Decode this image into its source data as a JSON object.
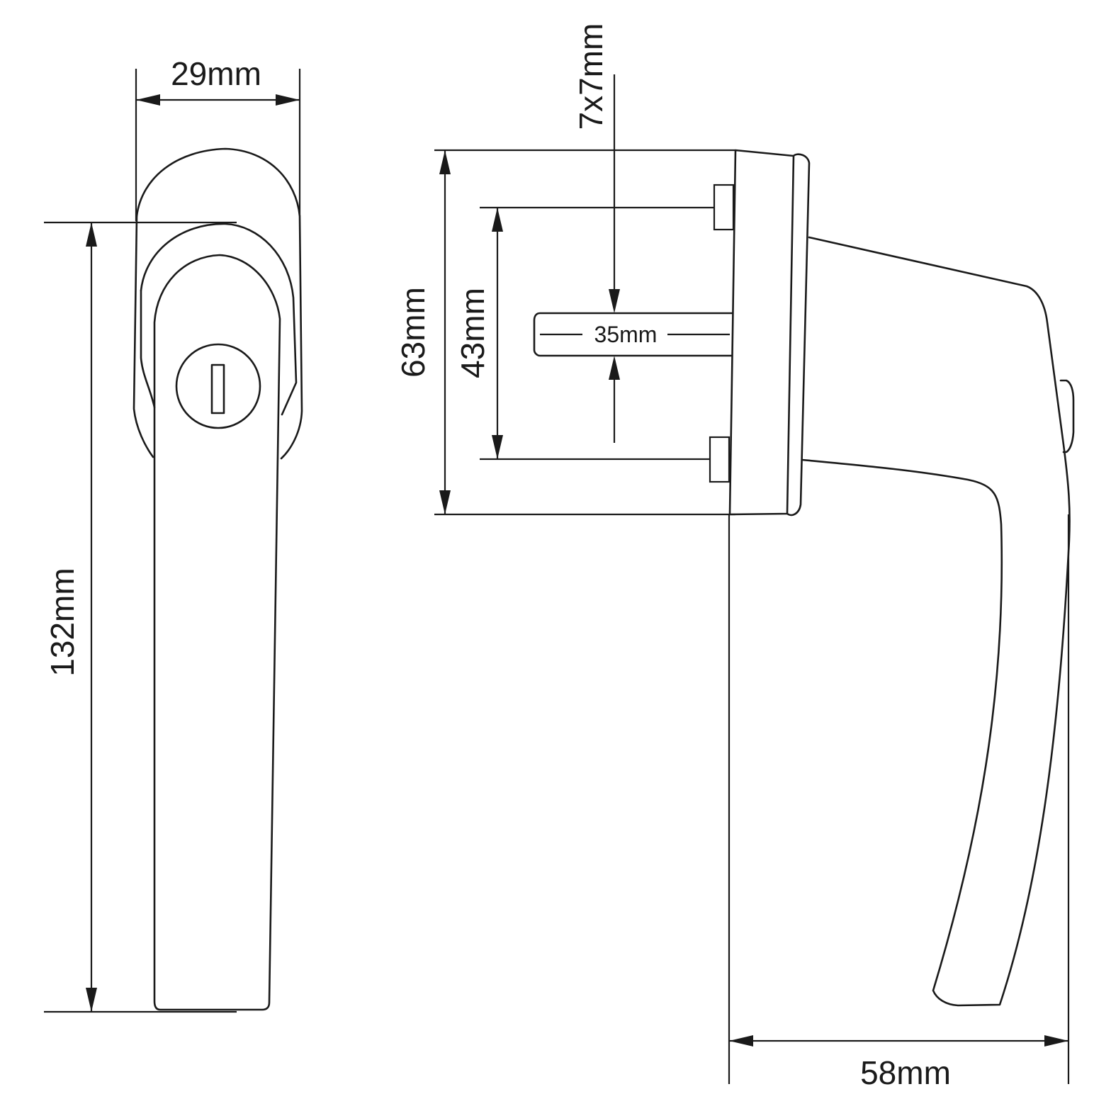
{
  "diagram": {
    "colors": {
      "line": "#1a1a1a",
      "background": "#ffffff"
    },
    "front_view": {
      "width_label": "29mm",
      "height_label": "132mm"
    },
    "side_view": {
      "spindle_label": "7x7mm",
      "base_height_label": "63mm",
      "screw_spacing_label": "43mm",
      "spindle_length_label": "35mm",
      "depth_label": "58mm"
    }
  }
}
